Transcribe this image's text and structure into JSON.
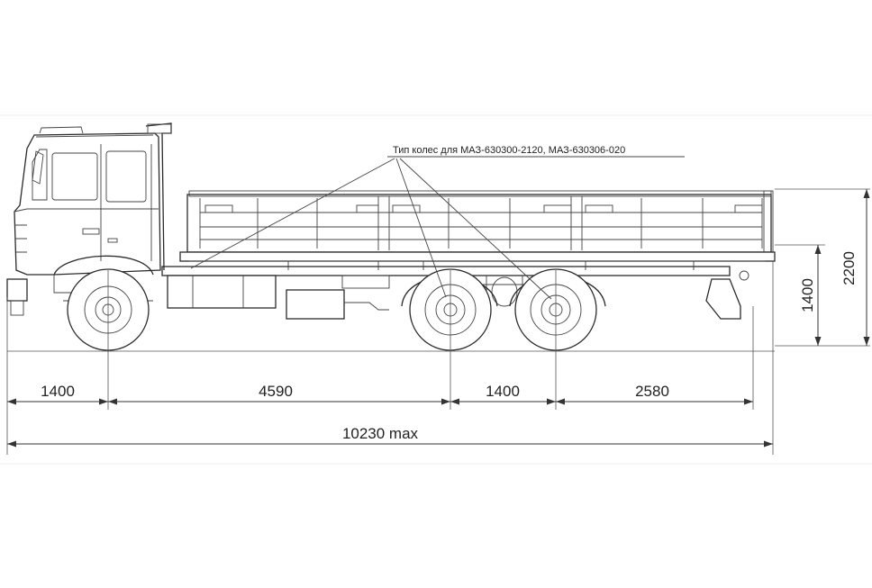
{
  "annotation": {
    "wheels_label": "Тип колес для МАЗ-630300-2120, МАЗ-630306-020"
  },
  "dimensions": {
    "front_overhang": "1400",
    "wheelbase_front_to_rear": "4590",
    "rear_axle_spacing": "1400",
    "rear_overhang": "2580",
    "overall_length": "10230 max",
    "platform_floor_height": "1400",
    "overall_side_height": "2200"
  },
  "colors": {
    "line": "#2b2b2b",
    "background": "#ffffff"
  }
}
